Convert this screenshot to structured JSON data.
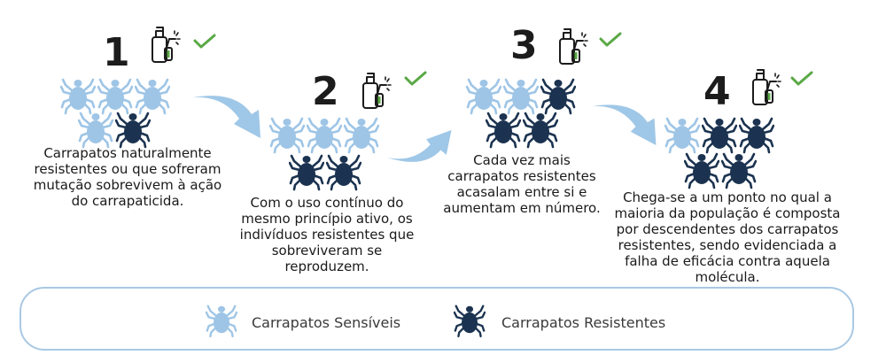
{
  "steps": [
    {
      "number": "1",
      "caption": "Carrapatos naturalmente resistentes ou que sofreram mutação sobrevivem à ação do carrapaticida."
    },
    {
      "number": "2",
      "caption": "Com o uso contínuo do mesmo princípio ativo, os indivíduos resistentes que sobreviveram se reproduzem."
    },
    {
      "number": "3",
      "caption": "Cada vez mais carrapatos resistentes acasalam entre si e aumentam em número."
    },
    {
      "number": "4",
      "caption": "Chega-se a um ponto no qual a maioria da população é composta por descendentes dos carrapatos resistentes, sendo evidenciada a falha de eficácia contra aquela molécula."
    }
  ],
  "legend": {
    "sensitive_label": "Carrapatos Sensíveis",
    "resistant_label": "Carrapatos Resistentes"
  },
  "colors": {
    "sensitive": "#9ec5e6",
    "resistant": "#1b3350",
    "arrow": "#9fc7e7",
    "check": "#5aa845",
    "border": "#a9c8e3"
  },
  "icons": {
    "sensitive": "tick-sensitive-icon",
    "resistant": "tick-resistant-icon",
    "sprayer": "sprayer-icon",
    "check": "checkmark-icon",
    "arrow": "curved-arrow-icon"
  }
}
